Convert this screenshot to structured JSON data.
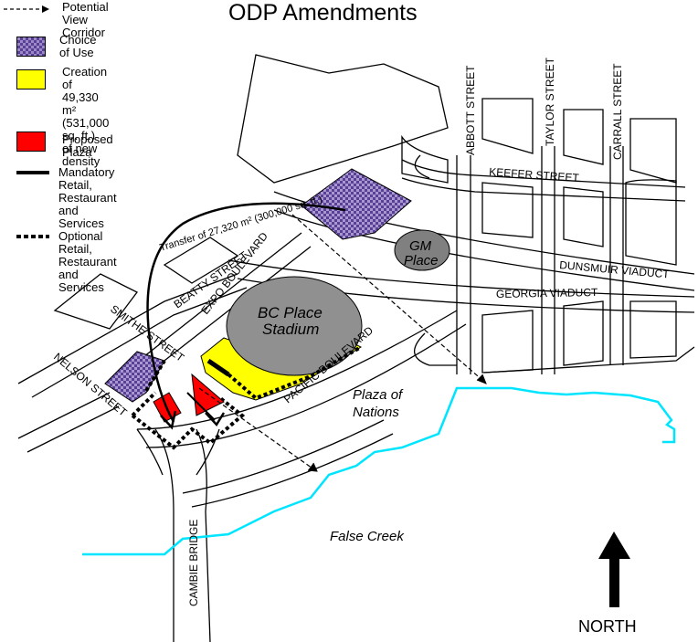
{
  "title": "ODP Amendments",
  "legend": {
    "corridor": "Potential\nView Corridor",
    "choice_of_use": "Choice of Use",
    "density": "Creation of\n49,330 m²\n(531,000 sq. ft.)\nof new density",
    "plaza": "Proposed Plaza",
    "mandatory": "Mandatory\nRetail,\nRestaurant\nand Services",
    "optional": "Optional\nRetail,\nRestaurant\nand Services"
  },
  "map_labels": {
    "abbott": "ABBOTT STREET",
    "taylor": "TAYLOR STREET",
    "carrall": "CARRALL STREET",
    "keefer": "KEEFER STREET",
    "dunsmuir": "DUNSMUIR VIADUCT",
    "georgia": "GEORGIA VIADUCT",
    "beatty": "BEATTY STREET",
    "expo": "EXPO BOULEVARD",
    "smithe": "SMITHE STREET",
    "nelson": "NELSON STREET",
    "pacific": "PACIFIC BOULEVARD",
    "cambie": "CAMBIE BRIDGE",
    "transfer": "Transfer of 27,320 m² (300,000 sq. ft.)",
    "gm_1": "GM",
    "gm_2": "Place",
    "bc_1": "BC Place",
    "bc_2": "Stadium",
    "plaza_1": "Plaza of",
    "plaza_2": "Nations",
    "false_creek": "False Creek",
    "north": "NORTH"
  },
  "colors": {
    "choice_of_use": "#7a5fb0",
    "density": "#ffff00",
    "plaza": "#ff0000",
    "stadium": "#909090",
    "shoreline": "#00e5ff"
  }
}
